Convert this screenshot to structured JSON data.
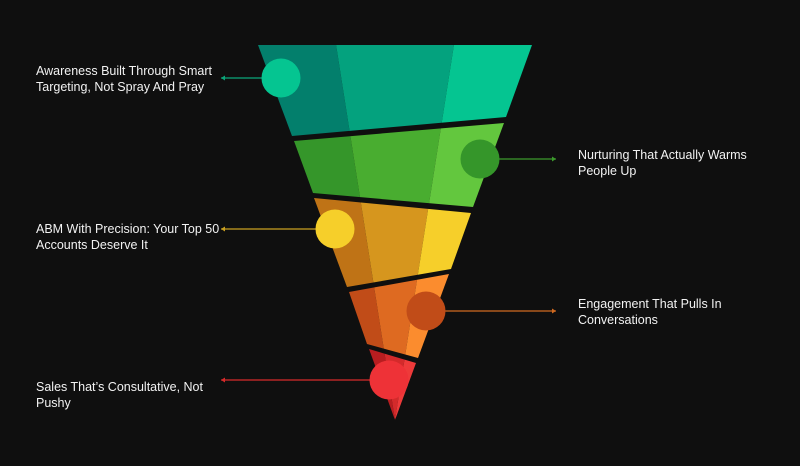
{
  "stages": [
    {
      "text": "Awareness Built Through Smart\nTargeting, Not Spray And Pray",
      "side": "left",
      "colors": {
        "dark": "#037f6c",
        "mid": "#04a27e",
        "light": "#05c591"
      },
      "dot": "#05c591",
      "line": "#0aa67a"
    },
    {
      "text": "Nurturing That Actually Warms\nPeople Up",
      "side": "right",
      "colors": {
        "dark": "#35962a",
        "mid": "#49ad30",
        "light": "#63c73e"
      },
      "dot": "#35962a",
      "line": "#3c9a2c"
    },
    {
      "text": "ABM With Precision: Your Top 50\nAccounts Deserve It",
      "side": "left",
      "colors": {
        "dark": "#bf7316",
        "mid": "#d6961e",
        "light": "#f6cf2a"
      },
      "dot": "#f6cf2a",
      "line": "#c9a020"
    },
    {
      "text": "Engagement That Pulls In\nConversations",
      "side": "right",
      "colors": {
        "dark": "#c14c18",
        "mid": "#de6a21",
        "light": "#fb8c2e"
      },
      "dot": "#c14c18",
      "line": "#d06a20"
    },
    {
      "text": "Sales That’s Consultative, Not\nPushy",
      "side": "left",
      "colors": {
        "dark": "#b81d20",
        "mid": "#d42a2b",
        "light": "#ee3a3a"
      },
      "dot": "#ee3237",
      "line": "#d62a2a"
    }
  ]
}
